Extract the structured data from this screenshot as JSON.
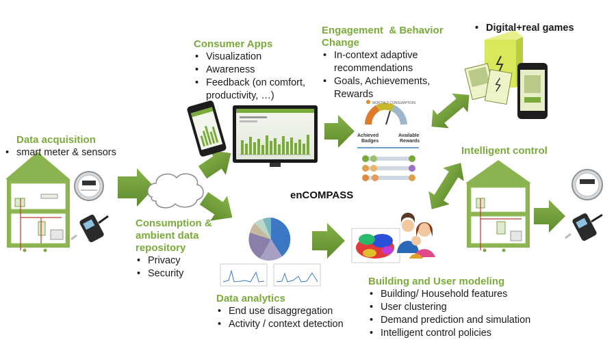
{
  "center_label": "enCOMPASS",
  "data_acquisition": {
    "title": "Data acquisition",
    "items": [
      "smart meter & sensors"
    ]
  },
  "consumption": {
    "title_line1": "Consumption &",
    "title_line2": "ambient data",
    "title_line3": "repository",
    "items": [
      "Privacy",
      "Security"
    ]
  },
  "consumer_apps": {
    "title": "Consumer Apps",
    "items": [
      "Visualization",
      "Awareness",
      "Feedback (on comfort, productivity, …)"
    ]
  },
  "engagement": {
    "title_line1": "Engagement  & Behavior",
    "title_line2": "Change",
    "items": [
      "In-context adaptive recommendations",
      "Goals, Achievements, Rewards"
    ]
  },
  "games": {
    "items": [
      "Digital+real games"
    ]
  },
  "intelligent_control": {
    "title": "Intelligent control"
  },
  "data_analytics": {
    "title": "Data analytics",
    "items": [
      "End use disaggregation",
      "Activity / context detection"
    ]
  },
  "modeling": {
    "title": "Building and User modeling",
    "items": [
      "Building/ Household features",
      "User clustering",
      "Demand prediction and simulation",
      "Intelligent control policies"
    ]
  },
  "gauge_widget": {
    "header": "MONTHLY CONSUMPTION",
    "left_label_1": "Achieved",
    "left_label_2": "Badges",
    "right_label_1": "Available",
    "right_label_2": "Rewards"
  },
  "colors": {
    "accent_green": "#7aab3a",
    "arrow_green": "#6e9a35"
  }
}
